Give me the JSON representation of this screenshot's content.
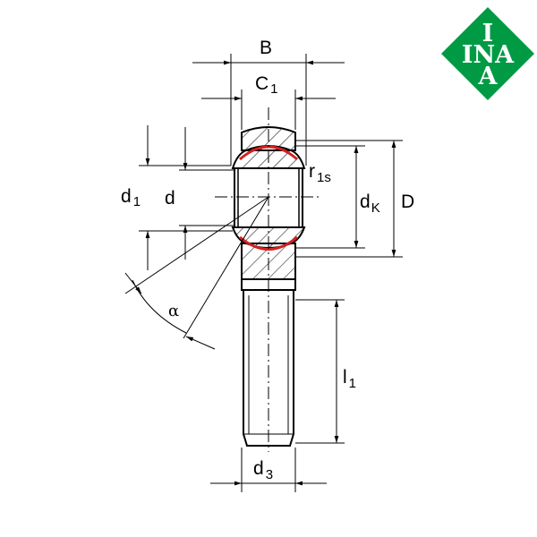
{
  "labels": {
    "B": "B",
    "C": "C",
    "C_sub": "1",
    "d1": "d",
    "d1_sub": "1",
    "d": "d",
    "r": "r",
    "r_sub": "1s",
    "dK": "d",
    "dK_sub": "K",
    "D": "D",
    "alpha": "α",
    "l": "l",
    "l_sub": "1",
    "d3": "d",
    "d3_sub": "3"
  },
  "logo": {
    "text_top": "I",
    "text_mid": "INA",
    "text_bot": "A",
    "color": "#009a44"
  },
  "colors": {
    "contact_arc": "#d42020",
    "line": "#000000"
  }
}
